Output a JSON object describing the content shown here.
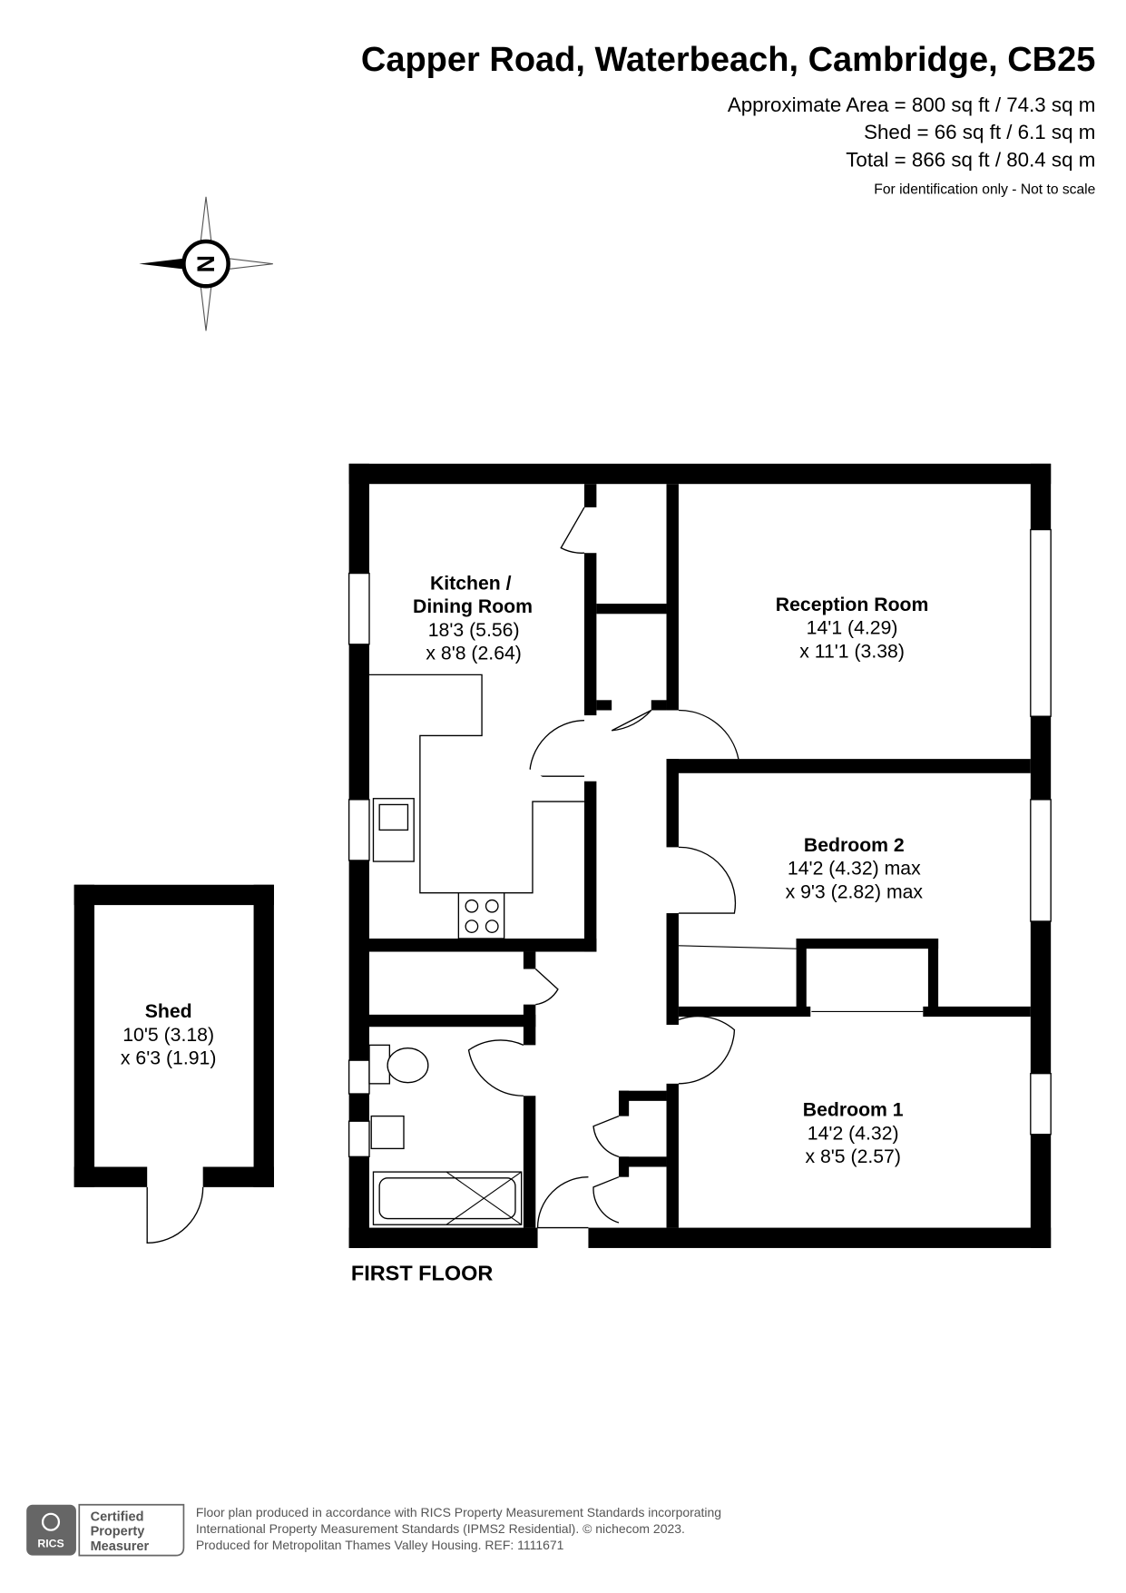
{
  "header": {
    "title": "Capper Road, Waterbeach, Cambridge, CB25",
    "approx_area": "Approximate Area = 800 sq ft / 74.3 sq m",
    "shed_area": "Shed = 66 sq ft / 6.1 sq m",
    "total_area": "Total = 866 sq ft / 80.4 sq m",
    "disclaimer": "For identification only - Not to scale"
  },
  "compass": {
    "letter": "N"
  },
  "rooms": {
    "kitchen": {
      "name1": "Kitchen /",
      "name2": "Dining Room",
      "dim1": "18'3 (5.56)",
      "dim2": "x 8'8 (2.64)"
    },
    "reception": {
      "name": "Reception Room",
      "dim1": "14'1 (4.29)",
      "dim2": "x 11'1 (3.38)"
    },
    "bedroom2": {
      "name": "Bedroom 2",
      "dim1": "14'2 (4.32) max",
      "dim2": "x 9'3 (2.82) max"
    },
    "bedroom1": {
      "name": "Bedroom 1",
      "dim1": "14'2 (4.32)",
      "dim2": "x 8'5 (2.57)"
    },
    "shed": {
      "name": "Shed",
      "dim1": "10'5 (3.18)",
      "dim2": "x 6'3 (1.91)"
    }
  },
  "floor_label": "FIRST FLOOR",
  "footer": {
    "badge_logo": "RICS",
    "badge_line1": "Certified",
    "badge_line2": "Property",
    "badge_line3": "Measurer",
    "line1": "Floor plan produced in accordance with RICS Property Measurement Standards incorporating",
    "line2": "International Property Measurement Standards (IPMS2 Residential).   © nichecom 2023.",
    "line3": "Produced for Metropolitan Thames Valley Housing.   REF:  1111671"
  }
}
